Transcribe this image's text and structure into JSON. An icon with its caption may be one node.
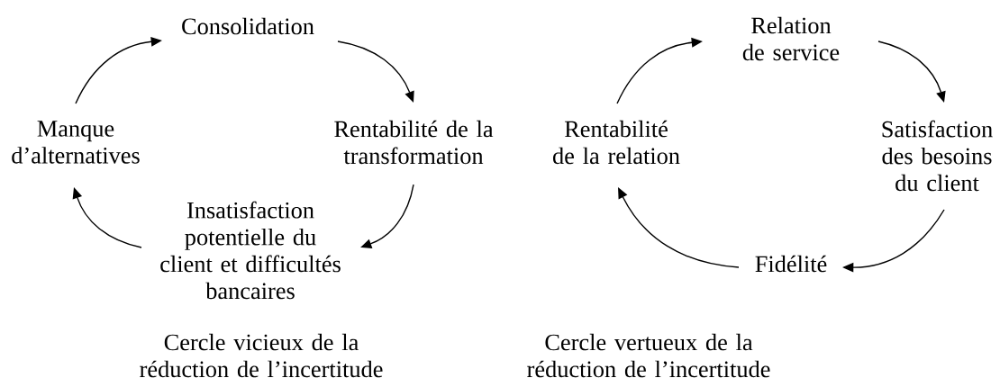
{
  "diagram": {
    "nodes": [
      {
        "text": [
          "Consolidation"
        ]
      },
      {
        "text": [
          "Rentabilité de la transformation"
        ]
      },
      {
        "text": [
          "Insatisfaction potentielle du client et difficultés bancaires"
        ]
      },
      {
        "text": [
          "Manque d’alternatives"
        ]
      },
      {
        "text": [
          "Relation de service"
        ]
      },
      {
        "text": [
          "Satisfaction des besoins du client"
        ]
      },
      {
        "text": [
          "Fidélité"
        ]
      },
      {
        "text": [
          "Rentabilité de la relation"
        ]
      }
    ],
    "edges": [
      {
        "from": 0,
        "to": 1,
        "arrow": "to"
      },
      {
        "from": 1,
        "to": 2,
        "arrow": "to"
      },
      {
        "from": 2,
        "to": 3,
        "arrow": "to"
      },
      {
        "from": 3,
        "to": 0,
        "arrow": "to"
      },
      {
        "from": 4,
        "to": 5,
        "arrow": "to"
      },
      {
        "from": 5,
        "to": 6,
        "arrow": "to"
      },
      {
        "from": 6,
        "to": 7,
        "arrow": "to"
      },
      {
        "from": 7,
        "to": 4,
        "arrow": "to"
      }
    ],
    "labels": [
      "Cercle vicieux de la réduction de l’incertitude",
      "Cercle vertueux de la réduction de l’incertitude"
    ]
  }
}
